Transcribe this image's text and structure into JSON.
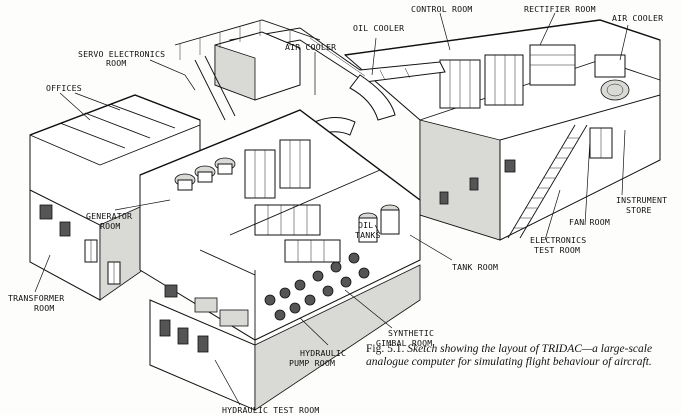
{
  "labels": {
    "servo_electronics": [
      "SERVO ELECTRONICS",
      "ROOM"
    ],
    "offices": "OFFICES",
    "air_cooler_left": "AIR COOLER",
    "oil_cooler": "OIL COOLER",
    "control_room": "CONTROL ROOM",
    "rectifier_room": "RECTIFIER ROOM",
    "air_cooler_right": "AIR COOLER",
    "generator_room": [
      "GENERATOR",
      "ROOM"
    ],
    "oil_tanks": [
      "OIL",
      "TANKS"
    ],
    "instrument_store": [
      "INSTRUMENT",
      "STORE"
    ],
    "fan_room": "FAN ROOM",
    "electronics_test_room": [
      "ELECTRONICS",
      "TEST ROOM"
    ],
    "tank_room": "TANK ROOM",
    "transformer_room": [
      "TRANSFORMER",
      "ROOM"
    ],
    "synthetic_gimbal_room": [
      "SYNTHETIC",
      "GIMBAL ROOM"
    ],
    "hydraulic_pump_room": [
      "HYDRAULIC",
      "PUMP ROOM"
    ],
    "hydraulic_test_room": "HYDRAULIC TEST ROOM"
  },
  "caption": {
    "figure": "Fig. 5.1.",
    "text": "Sketch showing the layout of TRIDAC—a large-scale analogue computer for simulating flight behaviour of aircraft."
  }
}
